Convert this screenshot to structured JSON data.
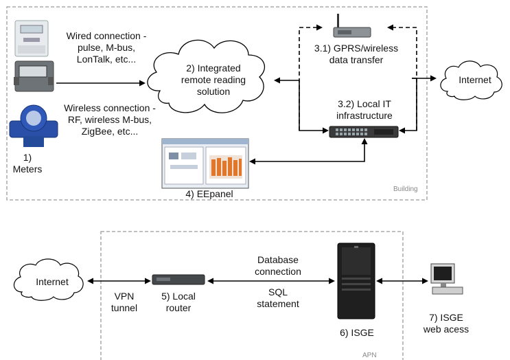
{
  "building": {
    "zone_label": "Building",
    "meters_label": [
      "1)",
      "Meters"
    ],
    "wired_label": [
      "Wired connection -",
      "pulse, M-bus,",
      "LonTalk, etc..."
    ],
    "wireless_label": [
      "Wireless connection -",
      "RF, wireless M-bus,",
      "ZigBee, etc..."
    ],
    "remote_reading": [
      "2) Integrated",
      "remote reading",
      "solution"
    ],
    "gprs": [
      "3.1) GPRS/wireless",
      "data transfer"
    ],
    "local_it": [
      "3.2) Local IT",
      "infrastructure"
    ],
    "eepanel": "4) EEpanel",
    "internet": "Internet"
  },
  "apn": {
    "zone_label": "APN",
    "internet": "Internet",
    "vpn": [
      "VPN",
      "tunnel"
    ],
    "router": [
      "5) Local",
      "router"
    ],
    "db": [
      "Database",
      "connection"
    ],
    "sql": [
      "SQL",
      "statement"
    ],
    "isge": "6) ISGE",
    "web": [
      "7) ISGE",
      "web acess"
    ]
  },
  "colors": {
    "dash": "#9a9a9a",
    "arrow": "#000000",
    "meter_blue": "#2a4fa8",
    "router": "#3a3a3a"
  }
}
